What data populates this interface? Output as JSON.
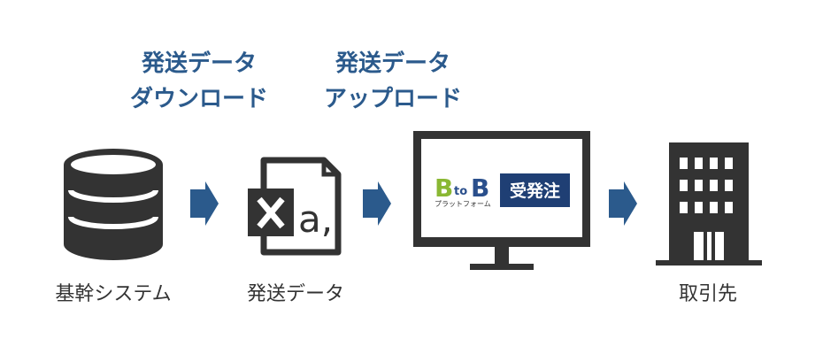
{
  "steps": {
    "download": {
      "line1": "発送データ",
      "line2": "ダウンロード"
    },
    "upload": {
      "line1": "発送データ",
      "line2": "アップロード"
    }
  },
  "nodes": {
    "core_system": {
      "label": "基幹システム",
      "icon": "database-icon"
    },
    "shipping_data": {
      "label": "発送データ",
      "icon": "excel-file-icon",
      "file_glyph": "a,"
    },
    "platform": {
      "icon": "monitor-icon",
      "logo_big": "B",
      "logo_small": "to",
      "logo_sub": "プラットフォーム",
      "badge": "受発注"
    },
    "partner": {
      "label": "取引先",
      "icon": "building-icon"
    }
  },
  "colors": {
    "icon": "#333333",
    "arrow": "#2b5a8c",
    "step_text": "#2b5a8c",
    "badge_bg": "#1f3f74",
    "logo_green": "#8ab833",
    "logo_blue": "#2a4f8c"
  }
}
